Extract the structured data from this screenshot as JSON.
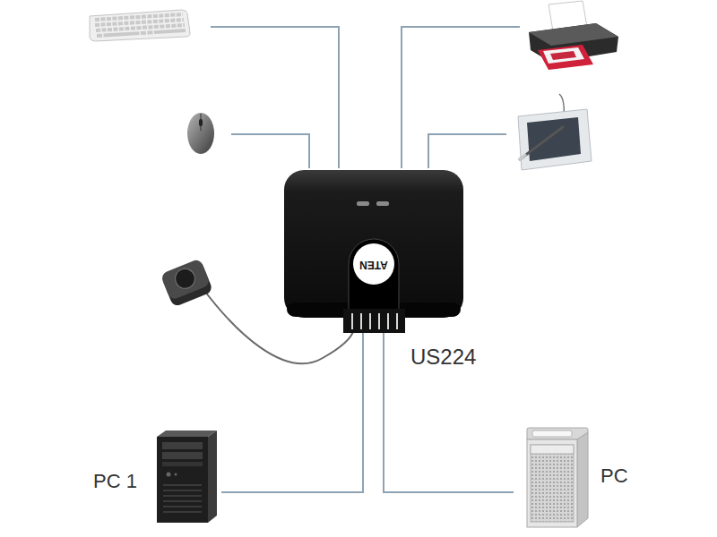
{
  "diagram": {
    "nodes": [
      {
        "text": [
          "ATEN",
          "US224"
        ]
      },
      {
        "text": [
          "PC 1"
        ]
      },
      {
        "text": [
          "PC"
        ]
      }
    ],
    "edges": [
      {
        "from": 1,
        "to": 0,
        "arrow": "none"
      },
      {
        "from": 2,
        "to": 0,
        "arrow": "none"
      }
    ]
  }
}
